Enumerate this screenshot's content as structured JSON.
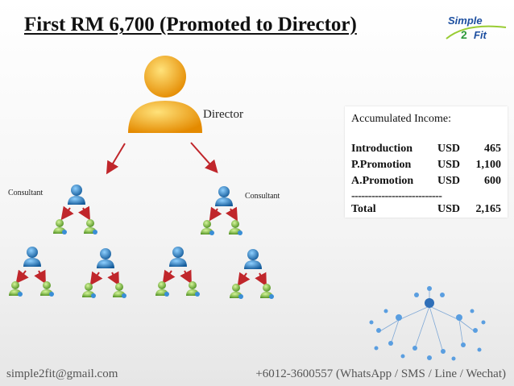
{
  "title": "First RM 6,700 (Promoted to Director)",
  "logo": {
    "text_top": "Simple",
    "text_num": "2",
    "text_bottom": "Fit"
  },
  "labels": {
    "director": "Director",
    "consultant_left": "Consultant",
    "consultant_right": "Consultant"
  },
  "income": {
    "heading": "Accumulated Income:",
    "rows": [
      {
        "name": "Introduction",
        "currency": "USD",
        "amount": "465"
      },
      {
        "name": "P.Promotion",
        "currency": "USD",
        "amount": "1,100"
      },
      {
        "name": "A.Promotion",
        "currency": "USD",
        "amount": "600"
      }
    ],
    "divider": "---------------------------",
    "total": {
      "name": "Total",
      "currency": "USD",
      "amount": "2,165"
    }
  },
  "footer": {
    "email": "simple2fit@gmail.com",
    "phone": "+6012-3600557 (WhatsApp / SMS / Line / Wechat)"
  },
  "colors": {
    "arrow": "#c0262b",
    "director": "#f3a11b",
    "consultant": "#2a78b8",
    "member": "#7ab648"
  }
}
